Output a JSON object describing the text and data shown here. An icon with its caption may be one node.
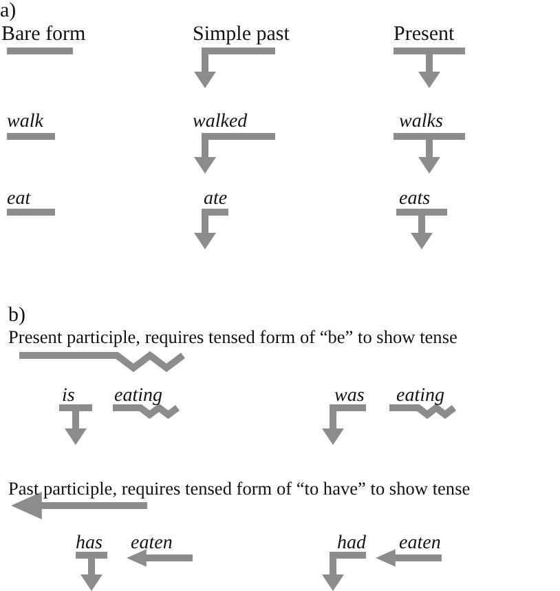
{
  "diagram": {
    "labels": [
      "a)",
      "Bare form",
      "Simple past",
      "Present",
      "walk",
      "walked",
      "walks",
      "eat",
      "ate",
      "eats",
      "b)",
      "Present participle, requires tensed form of “be” to show tense",
      "is",
      "eating",
      "was",
      "eating",
      "Past participle, requires tensed form of “to have” to show tense",
      "has",
      "eaten",
      "had",
      "eaten"
    ]
  }
}
